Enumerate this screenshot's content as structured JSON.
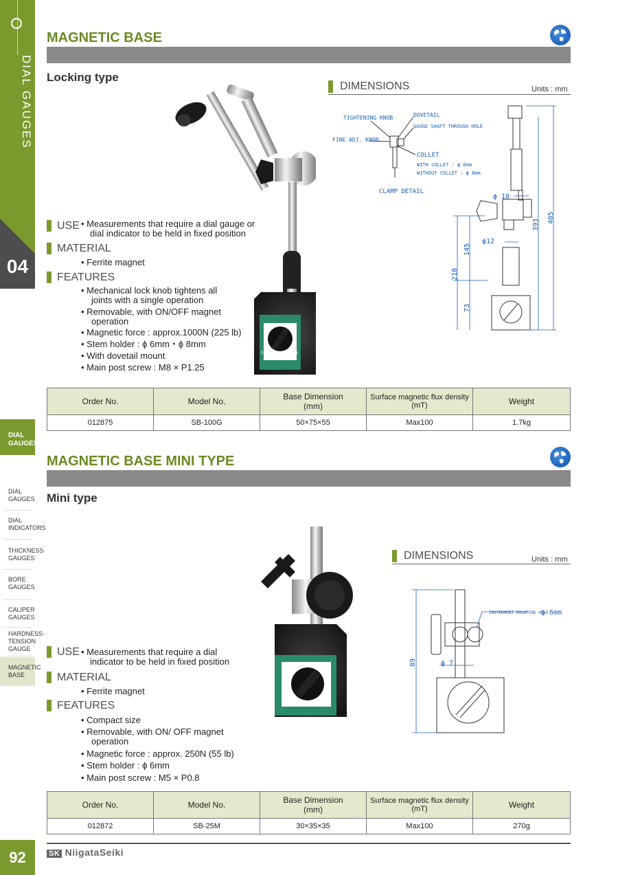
{
  "sidebar": {
    "vertical_title": "DIAL GAUGES",
    "chapter_number": "04",
    "active_tab": "DIAL GAUGES",
    "nav_items": [
      {
        "label": "DIAL GAUGES"
      },
      {
        "label": "DIAL INDICATORS"
      },
      {
        "label": "THICKNESS GAUGES"
      },
      {
        "label": "BORE GAUGES"
      },
      {
        "label": "CALIPER GAUGES"
      },
      {
        "label": "HARDNESS-TENSION GAUGE"
      },
      {
        "label": "MAGNETIC BASE"
      }
    ],
    "page_number": "92"
  },
  "section1": {
    "title": "MAGNETIC BASE",
    "subtitle": "Locking type",
    "dimensions_label": "DIMENSIONS",
    "units": "Units : mm",
    "use_label": "USE",
    "use_text": "• Measurements that require a dial gauge or",
    "use_text2": "dial indicator to be held in fixed position",
    "material_label": "MATERIAL",
    "material_text": "• Ferrite magnet",
    "features_label": "FEATURES",
    "features": [
      "• Mechanical lock knob tightens all",
      "joints with a single operation",
      "• Removable, with ON/OFF magnet",
      "operation",
      "• Magnetic force : approx.1000N (225 lb)",
      "• Stem holder : ϕ 6mm・ϕ 8mm",
      "• With dovetail mount",
      "• Main post screw : M8 × P1.25"
    ],
    "drawing": {
      "tightening_knob": "TIGHTENING KNOB",
      "dovetail": "DOVETAIL",
      "gauge_shaft": "GAUGE SHAFT THROUGH HOLE",
      "fine_adj": "FINE ADJ. KNOB",
      "collet": "COLLET",
      "with_collet": "WITH COLLET : ϕ 6mm",
      "without_collet": "WITHOUT COLLET : ϕ 8mm",
      "clamp_detail": "CLAMP DETAIL",
      "d10": "ϕ 10",
      "d12": "ϕ12",
      "h393": "393",
      "h405": "405",
      "h145": "145",
      "h218": "218",
      "h73": "73"
    },
    "table": {
      "headers": [
        "Order No.",
        "Model No.",
        "Base Dimension",
        "Surface magnetic flux density",
        "Weight"
      ],
      "header_units": [
        "",
        "",
        "(mm)",
        "(mT)",
        ""
      ],
      "row": [
        "012875",
        "SB-100G",
        "50×75×55",
        "Max100",
        "1.7kg"
      ]
    }
  },
  "section2": {
    "title": "MAGNETIC BASE MINI TYPE",
    "subtitle": "Mini type",
    "dimensions_label": "DIMENSIONS",
    "units": "Units : mm",
    "use_label": "USE",
    "use_text": "• Measurements that require a dial",
    "use_text2": "indicator to be held in fixed position",
    "material_label": "MATERIAL",
    "material_text": "• Ferrite magnet",
    "features_label": "FEATURES",
    "features": [
      "• Compact size",
      "• Removable, with ON/ OFF magnet",
      "operation",
      "• Magnetic force : approx. 250N (55 lb)",
      "• Stem holder : ϕ 6mm",
      "• Main post screw : M5 × P0.8"
    ],
    "drawing": {
      "mounting_hole": "INSTRUMENT MOUNTING HOLE",
      "mounting_dia": "ϕ 6mm",
      "d7": "ϕ 7",
      "h89": "89"
    },
    "table": {
      "headers": [
        "Order No.",
        "Model No.",
        "Base Dimension",
        "Surface magnetic flux density",
        "Weight"
      ],
      "header_units": [
        "",
        "",
        "(mm)",
        "(mT)",
        ""
      ],
      "row": [
        "012872",
        "SB-25M",
        "30×35×35",
        "Max100",
        "270g"
      ]
    }
  },
  "footer": {
    "brand": "NiigataSeiki",
    "brand_mark": "SK"
  },
  "colors": {
    "accent": "#7a9a2e",
    "bar": "#8a8a8a",
    "dim_blue": "#1a5fb4",
    "table_header": "#e4e9cd"
  }
}
